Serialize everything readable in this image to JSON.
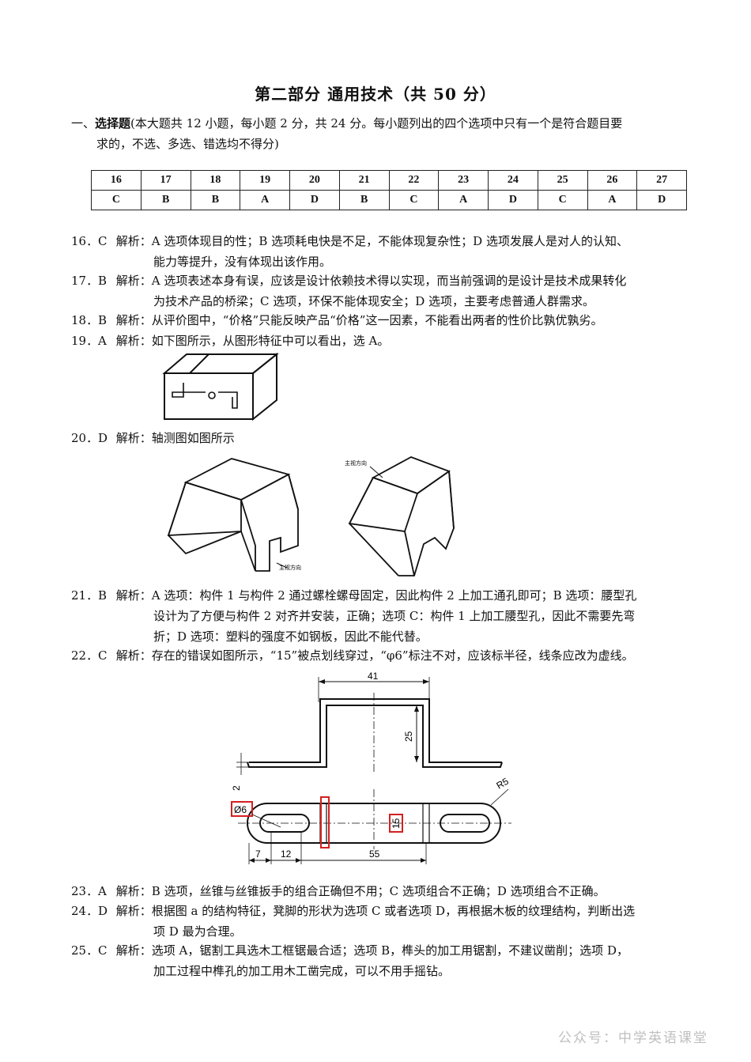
{
  "title": "第二部分 通用技术（共 50 分）",
  "section": {
    "number": "一、",
    "bold": "选择题",
    "text_line1": "(本大题共 12 小题，每小题 2 分，共 24 分。每小题列出的四个选项中只有一个是符合题目要",
    "text_line2": "求的，不选、多选、错选均不得分)"
  },
  "answer_table": {
    "numbers": [
      "16",
      "17",
      "18",
      "19",
      "20",
      "21",
      "22",
      "23",
      "24",
      "25",
      "26",
      "27"
    ],
    "answers": [
      "C",
      "B",
      "B",
      "A",
      "D",
      "B",
      "C",
      "A",
      "D",
      "C",
      "A",
      "D"
    ]
  },
  "questions": {
    "q16": {
      "num": "16．",
      "ans": "C",
      "l1": "解析：A 选项体现目的性；B 选项耗电快是不足，不能体现复杂性；D 选项发展人是对人的认知、",
      "l2": "能力等提升，没有体现出该作用。"
    },
    "q17": {
      "num": "17．",
      "ans": "B",
      "l1": "解析：A 选项表述本身有误，应该是设计依赖技术得以实现，而当前强调的是设计是技术成果转化",
      "l2": "为技术产品的桥梁；C 选项，环保不能体现安全；D 选项，主要考虑普通人群需求。"
    },
    "q18": {
      "num": "18．",
      "ans": "B",
      "l1": "解析：从评价图中，“价格”只能反映产品“价格”这一因素，不能看出两者的性价比孰优孰劣。"
    },
    "q19": {
      "num": "19．",
      "ans": "A",
      "l1": "解析：如下图所示，从图形特征中可以看出，选 A。"
    },
    "q20": {
      "num": "20．",
      "ans": "D",
      "l1": "解析：轴测图如图所示"
    },
    "q21": {
      "num": "21．",
      "ans": "B",
      "l1": "解析：A 选项：构件 1 与构件 2 通过螺栓螺母固定，因此构件 2 上加工通孔即可；B 选项：腰型孔",
      "l2": "设计为了方便与构件 2 对齐并安装，正确；选项 C：构件 1 上加工腰型孔，因此不需要先弯",
      "l3": "折；D 选项：塑料的强度不如钢板，因此不能代替。"
    },
    "q22": {
      "num": "22．",
      "ans": "C",
      "l1": "解析：存在的错误如图所示，“15”被点划线穿过，“φ6”标注不对，应该标半径，线条应改为虚线。"
    },
    "q23": {
      "num": "23．",
      "ans": "A",
      "l1": "解析：B 选项，丝锥与丝锥扳手的组合正确但不用；C 选项组合不正确；D 选项组合不正确。"
    },
    "q24": {
      "num": "24．",
      "ans": "D",
      "l1": "解析：根据图 a 的结构特征，凳脚的形状为选项 C 或者选项 D，再根据木板的纹理结构，判断出选",
      "l2": "项 D 最为合理。"
    },
    "q25": {
      "num": "25．",
      "ans": "C",
      "l1": "解析：选项 A，锯割工具选木工框锯最合适；选项 B，榫头的加工用锯割，不建议凿削；选项 D，",
      "l2": "加工过程中榫孔的加工用木工凿完成，可以不用手摇钻。"
    }
  },
  "figure20": {
    "label_right": "主视方向",
    "label_left": "主视方向"
  },
  "figure22": {
    "dim_41": "41",
    "dim_25": "25",
    "dim_2": "2",
    "dim_r5": "R5",
    "dim_phi6": "Ø6",
    "dim_15": "15",
    "dim_7": "7",
    "dim_12": "12",
    "dim_55": "55"
  },
  "watermark": "公众号：中学英语课堂"
}
